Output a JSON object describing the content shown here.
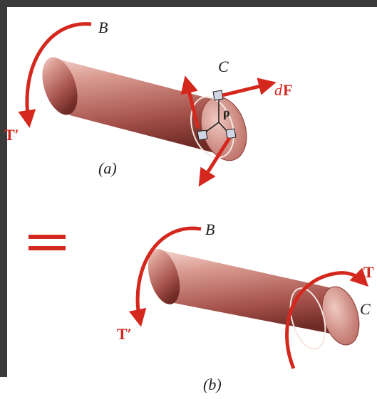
{
  "figure_a": {
    "label": "(a)",
    "point_b": "B",
    "point_c": "C",
    "torque": "T′",
    "force_d": "d",
    "force_f": "F",
    "radius": "ρ"
  },
  "figure_b": {
    "label": "(b)",
    "point_b": "B",
    "point_c": "C",
    "torque_left": "T′",
    "torque_right": "T"
  },
  "equals_sign": "=",
  "colors": {
    "arrow_red": "#d4281e",
    "cylinder_dark": "#7a2f2a",
    "cylinder_light": "#e8b7ad",
    "frame": "#3a3a3a"
  }
}
